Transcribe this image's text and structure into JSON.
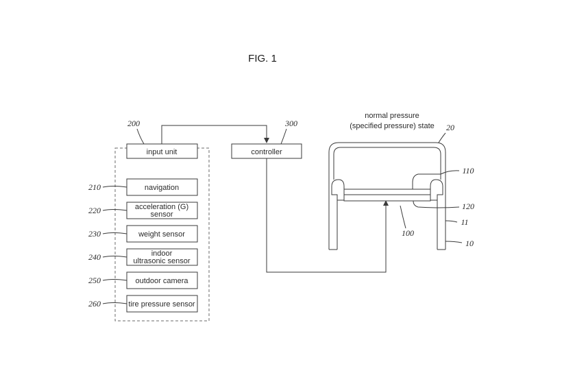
{
  "figure": {
    "title": "FIG. 1"
  },
  "input_unit": {
    "ref": "200",
    "label": "input unit"
  },
  "controller": {
    "ref": "300",
    "label": "controller"
  },
  "sensors": [
    {
      "ref": "210",
      "lines": [
        "navigation"
      ]
    },
    {
      "ref": "220",
      "lines": [
        "acceleration (G)",
        "sensor"
      ]
    },
    {
      "ref": "230",
      "lines": [
        "weight sensor"
      ]
    },
    {
      "ref": "240",
      "lines": [
        "indoor",
        "ultrasonic sensor"
      ]
    },
    {
      "ref": "250",
      "lines": [
        "outdoor camera"
      ]
    },
    {
      "ref": "260",
      "lines": [
        "tire pressure sensor"
      ]
    }
  ],
  "tire": {
    "state_line1": "normal pressure",
    "state_line2": "(specified pressure) state",
    "refs": {
      "r20": "20",
      "r110": "110",
      "r120": "120",
      "r11": "11",
      "r100": "100",
      "r10": "10"
    }
  }
}
